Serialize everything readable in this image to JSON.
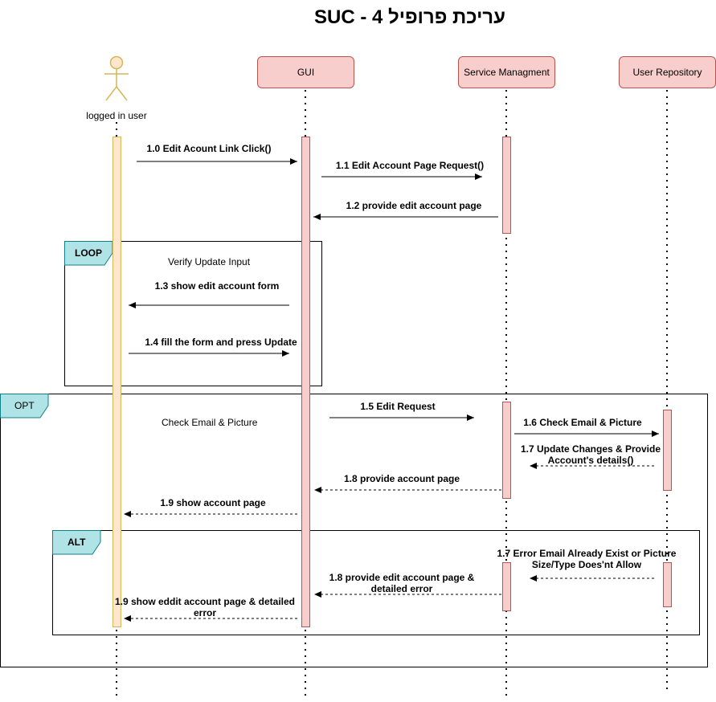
{
  "title": "SUC - 4 עריכת פרופיל",
  "participants": {
    "actor": "logged in user",
    "gui": "GUI",
    "service": "Service Managment",
    "repo": "User Repository"
  },
  "frames": {
    "loop": {
      "tag": "LOOP",
      "note": "Verify Update Input"
    },
    "opt": {
      "tag": "OPT",
      "note": "Check Email & Picture"
    },
    "alt": {
      "tag": "ALT"
    }
  },
  "messages": {
    "m1_0": "1.0 Edit Acount Link Click()",
    "m1_1": "1.1 Edit Account Page Request()",
    "m1_2": "1.2 provide edit account page",
    "m1_3": "1.3 show edit account form",
    "m1_4": "1.4 fill the form and press Update",
    "m1_5": "1.5 Edit Request",
    "m1_6": "1.6 Check Email & Picture",
    "m1_7a": "1.7 Update Changes & Provide",
    "m1_7b": "Account's details()",
    "m1_8": "1.8 provide account page",
    "m1_9": "1.9 show account page",
    "m1_7e_a": "1.7 Error Email Already Exist or Picture",
    "m1_7e_b": "Size/Type Does'nt Allow",
    "m1_8e_a": "1.8 provide edit account page &",
    "m1_8e_b": "detailed error",
    "m1_9e_a": "1.9 show eddit account page & detailed",
    "m1_9e_b": "error"
  },
  "colors": {
    "participant_fill": "#f8cecc",
    "participant_stroke": "#b85450",
    "actor_fill": "#ffe6cc",
    "actor_stroke": "#d6b656",
    "frame_tag_fill": "#b0e3e6",
    "frame_tag_stroke": "#0e8088"
  }
}
